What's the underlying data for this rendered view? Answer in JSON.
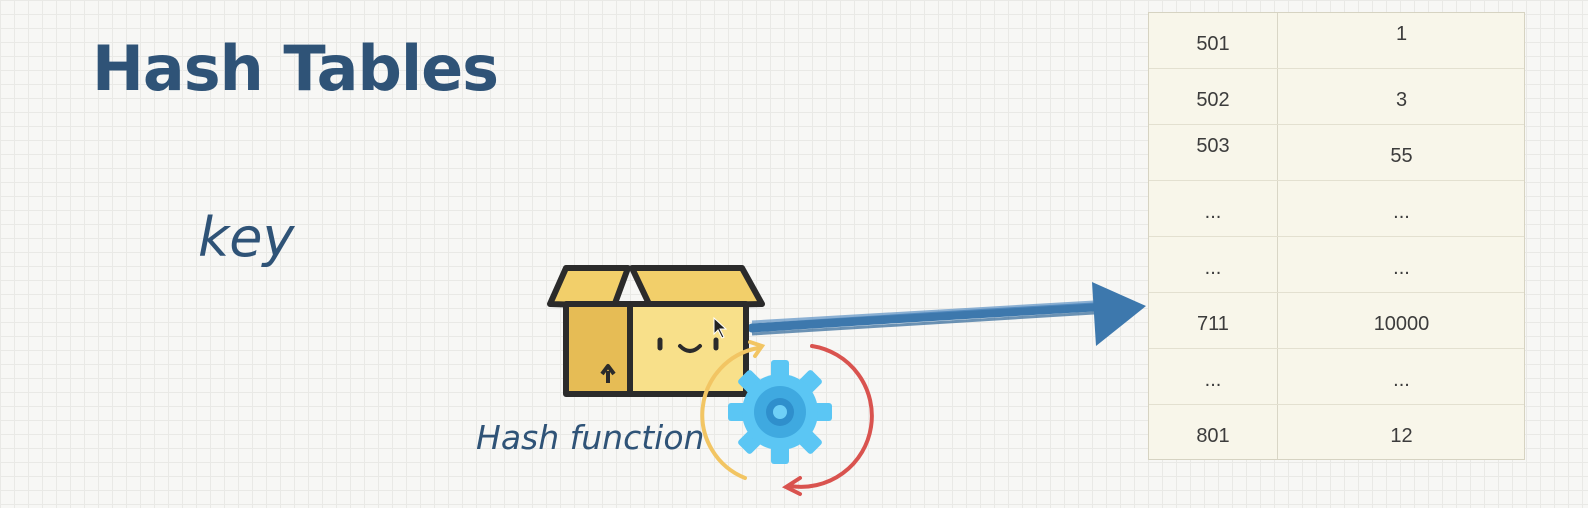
{
  "title": "Hash Tables",
  "key_label": "key",
  "hash_function_label": "Hash function",
  "icons": [
    "box-character-icon",
    "gear-icon",
    "cycle-arrows-icon",
    "arrow-icon"
  ],
  "colors": {
    "title": "#2f5377",
    "arrow": "#3d78ad",
    "box": "#f5db7a",
    "gear": "#5bc6f4",
    "cycle_red": "#d9534f",
    "cycle_yellow": "#f2c563"
  },
  "table": {
    "rows": [
      {
        "key": "501",
        "value": "1"
      },
      {
        "key": "502",
        "value": "3"
      },
      {
        "key": "503",
        "value": "55"
      },
      {
        "key": "...",
        "value": "..."
      },
      {
        "key": "...",
        "value": "..."
      },
      {
        "key": "711",
        "value": "10000"
      },
      {
        "key": "...",
        "value": "..."
      },
      {
        "key": "801",
        "value": "12"
      }
    ]
  }
}
